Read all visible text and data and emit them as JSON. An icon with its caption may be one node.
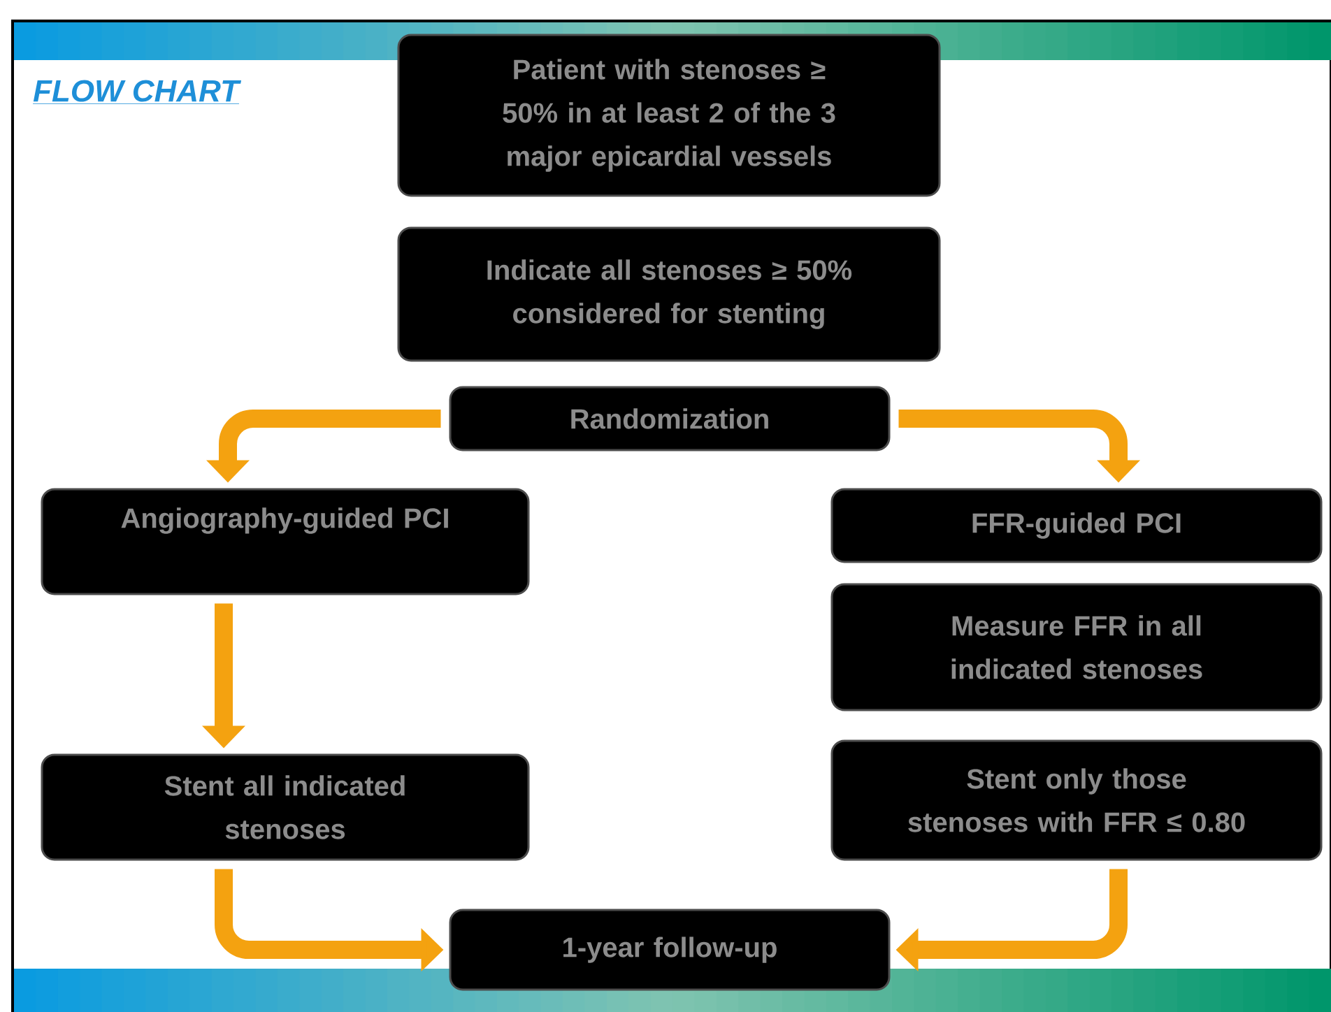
{
  "diagram": {
    "title": "FLOW CHART",
    "nodes": [
      {
        "text": [
          "Patient with stenoses ≥ 50% in at least 2 of the 3 major epicardial vessels"
        ]
      },
      {
        "text": [
          "Indicate all stenoses ≥ 50% considered for stenting"
        ]
      },
      {
        "text": [
          "Randomization"
        ]
      },
      {
        "text": [
          "Angiography-guided PCI"
        ]
      },
      {
        "text": [
          "FFR-guided PCI"
        ]
      },
      {
        "text": [
          "Measure FFR in all indicated stenoses"
        ]
      },
      {
        "text": [
          "Stent only those stenoses with FFR ≤ 0.80"
        ]
      },
      {
        "text": [
          "Stent all indicated stenoses"
        ]
      },
      {
        "text": [
          "1-year follow-up"
        ]
      }
    ],
    "edges": [
      {
        "from": 2,
        "to": 3,
        "arrow": "to"
      },
      {
        "from": 2,
        "to": 4,
        "arrow": "to"
      },
      {
        "from": 3,
        "to": 7,
        "arrow": "to"
      },
      {
        "from": 7,
        "to": 8,
        "arrow": "to"
      },
      {
        "from": 6,
        "to": 8,
        "arrow": "to"
      }
    ]
  }
}
